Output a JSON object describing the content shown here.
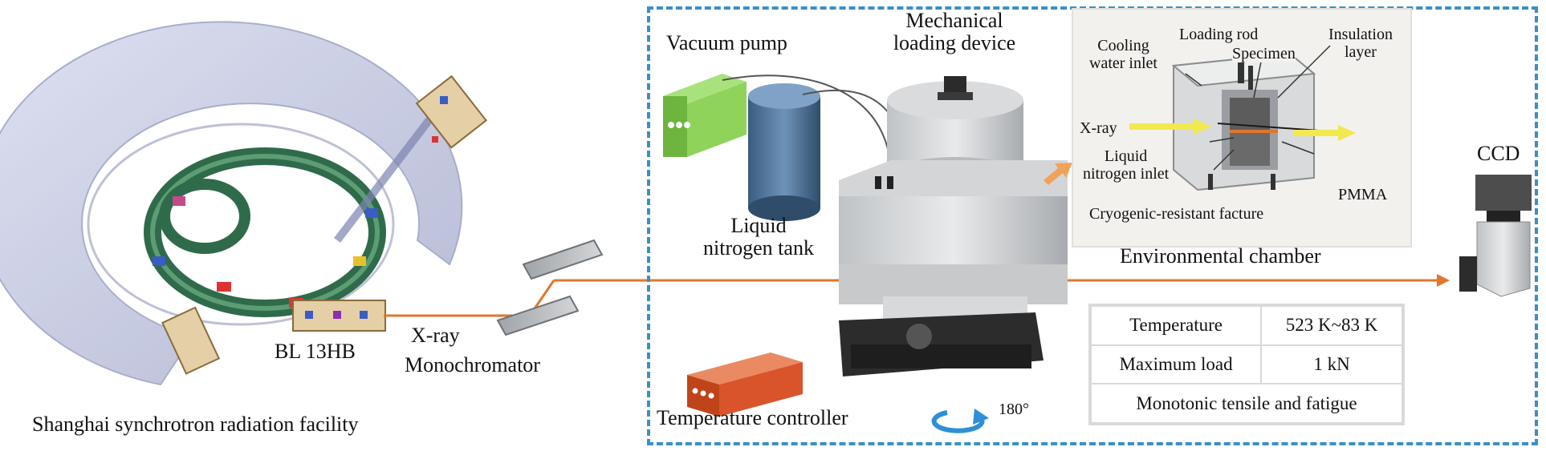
{
  "labels": {
    "facility": "Shanghai synchrotron radiation facility",
    "beamline": "BL 13HB",
    "xray_left": "X-ray",
    "monochromator": "Monochromator",
    "vacuum_pump": "Vacuum pump",
    "mech_line1": "Mechanical",
    "mech_line2": "loading device",
    "ln_tank_line1": "Liquid",
    "ln_tank_line2": "nitrogen tank",
    "temp_controller": "Temperature controller",
    "rotation": "180°",
    "ccd": "CCD"
  },
  "env_chamber": {
    "title": "Environmental chamber",
    "cooling_line1": "Cooling",
    "cooling_line2": "water inlet",
    "loading_rod": "Loading rod",
    "insulation_line1": "Insulation",
    "insulation_line2": "layer",
    "specimen": "Specimen",
    "xray": "X-ray",
    "ln_inlet_line1": "Liquid",
    "ln_inlet_line2": "nitrogen inlet",
    "pmma": "PMMA",
    "fixture": "Cryogenic-resistant facture"
  },
  "specs": {
    "temperature_label": "Temperature",
    "temperature_value": "523 K~83 K",
    "load_label": "Maximum load",
    "load_value": "1 kN",
    "mode": "Monotonic tensile and fatigue"
  },
  "colors": {
    "beam": "#e0772a",
    "frame": "#3a8fc7",
    "ring_shell": "#c9cde6",
    "ring_inner": "#2f6b4b",
    "pump": "#8fd35a",
    "tank": "#4d6f93",
    "controller": "#d9542a"
  }
}
